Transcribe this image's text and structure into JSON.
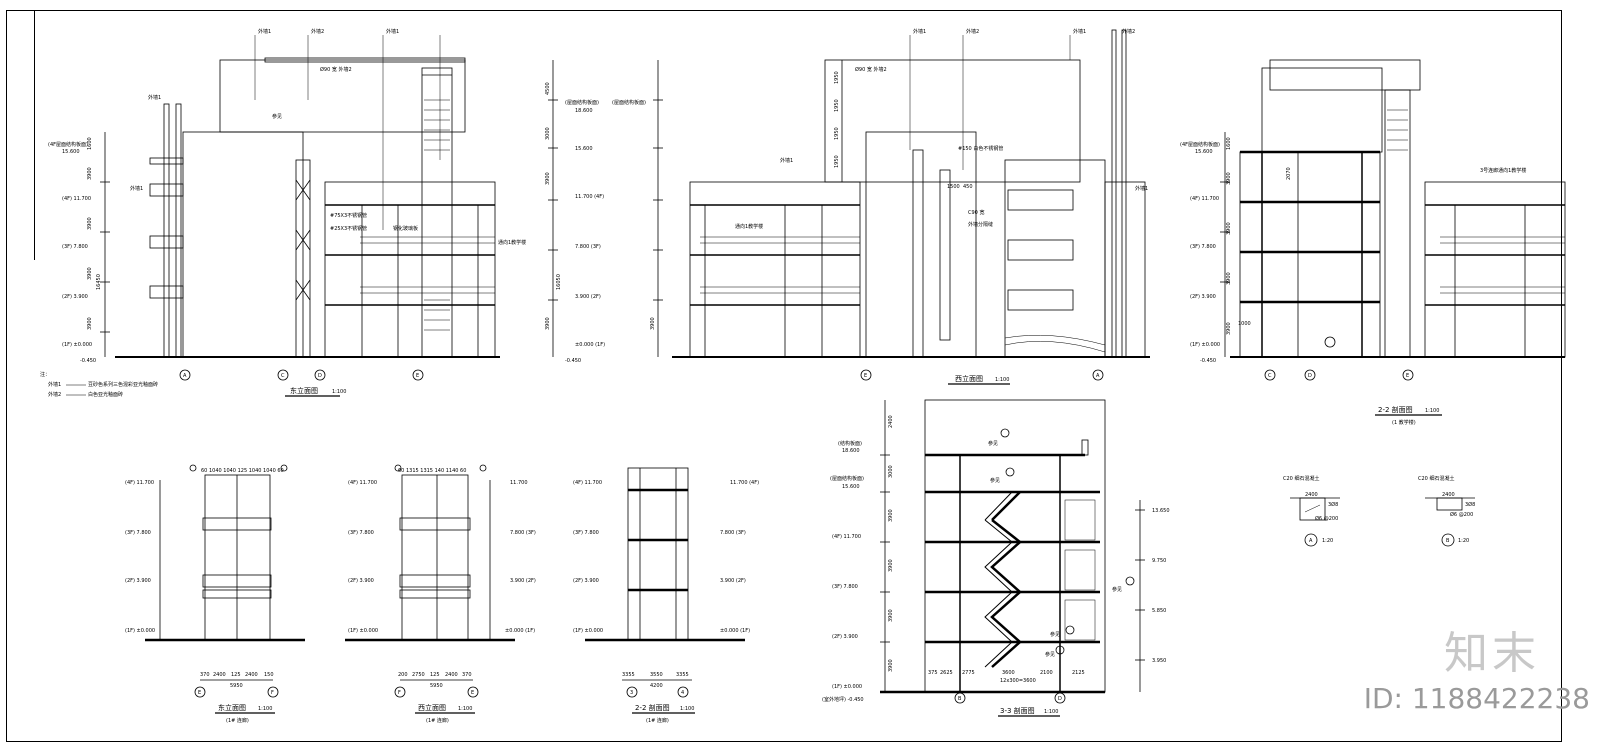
{
  "sheet": {
    "notes_title": "注：",
    "note1_key": "外墙1",
    "note1_text": "豆砂色系列三色混彩亚光釉面砖",
    "note2_key": "外墙2",
    "note2_text": "白色亚光釉面砖"
  },
  "east_elev": {
    "title": "东立面图",
    "scale": "1:100",
    "elev_labels": [
      "(4F屋面结构板面)",
      "(4F) 11.700",
      "(3F) 7.800",
      "(2F) 3.900",
      "(1F) ±0.000"
    ],
    "elev_top": "15.600",
    "dims": [
      "1600",
      "3900",
      "3900",
      "3900",
      "3900",
      "16450"
    ],
    "axes": [
      "A",
      "C",
      "D",
      "E"
    ],
    "tags": [
      "外墙1",
      "外墙2",
      "外墙1",
      "外墙1",
      "外墙1",
      "参见",
      "Ø90 宽 外墙2",
      "#75X3不锈钢管",
      "#25X3不锈钢管",
      "钢化玻璃板",
      "通向1教学楼"
    ],
    "ground": "-0.450"
  },
  "middle_scale": {
    "labels": [
      "(屋面结构板面)",
      "(屋面结构板面)",
      "18.600",
      "15.600",
      "11.700 (4F)",
      "7.800 (3F)",
      "3.900 (2F)",
      "±0.000 (1F)",
      "-0.450"
    ],
    "dims": [
      "4500",
      "3000",
      "3900",
      "3900",
      "3900",
      "16050"
    ]
  },
  "west_elev": {
    "title": "西立面图",
    "scale": "1:100",
    "axes": [
      "E",
      "A"
    ],
    "tags": [
      "外墙1",
      "外墙2",
      "外墙1",
      "外墙2",
      "Ø90 宽 外墙2",
      "外墙1",
      "#150 白色不锈钢管",
      "C90 宽",
      "外墙分隔缝",
      "通向1教学楼",
      "外墙1"
    ],
    "dims": [
      "1950",
      "1950",
      "1950",
      "1950",
      "1500",
      "450"
    ]
  },
  "section_22": {
    "title": "2-2 剖面图",
    "scale": "1:100",
    "subtitle": "(1 教学楼)",
    "elev_labels": [
      "(4F屋面结构板面)",
      "15.600",
      "(4F) 11.700",
      "(3F) 7.800",
      "(2F) 3.900",
      "(1F) ±0.000"
    ],
    "dims": [
      "1600",
      "3900",
      "3900",
      "3900",
      "3900",
      "2070",
      "1000"
    ],
    "axes": [
      "C",
      "D",
      "E"
    ],
    "tag": "3号连廊通向1教学楼",
    "ground": "-0.450"
  },
  "small_east": {
    "title": "东立面图",
    "scale": "1:100",
    "subtitle": "(1# 连廊)",
    "top_dims": "60 1040 1040 125 1040 1040 60",
    "bottom_dims": [
      "370",
      "2400",
      "125",
      "2400",
      "150"
    ],
    "total": "5950",
    "axes": [
      "E",
      "F"
    ],
    "levels": [
      "(4F) 11.700",
      "(3F) 7.800",
      "(2F) 3.900",
      "(1F) ±0.000"
    ]
  },
  "small_west": {
    "title": "西立面图",
    "scale": "1:100",
    "subtitle": "(1# 连廊)",
    "top_dims": "60 1315 1315 140 1140 60",
    "bottom_dims": [
      "200",
      "2750",
      "125",
      "2400",
      "370"
    ],
    "total": "5950",
    "axes": [
      "F",
      "E"
    ],
    "levels": [
      "(4F) 11.700",
      "(3F) 7.800",
      "(2F) 3.900",
      "(1F) ±0.000"
    ],
    "right_levels": [
      "11.700",
      "7.800 (3F)",
      "3.900 (2F)",
      "±0.000 (1F)"
    ]
  },
  "small_section": {
    "title": "2-2 剖面图",
    "scale": "1:100",
    "subtitle": "(1# 连廊)",
    "bottom_dims": [
      "3355",
      "3550",
      "3355"
    ],
    "total": "4200",
    "axes": [
      "3",
      "4"
    ],
    "levels": [
      "(4F) 11.700",
      "(3F) 7.800",
      "(2F) 3.900",
      "(1F) ±0.000"
    ],
    "right_levels": [
      "11.700 (4F)",
      "7.800 (3F)",
      "3.900 (2F)",
      "±0.000 (1F)"
    ]
  },
  "section_33": {
    "title": "3-3 剖面图",
    "scale": "1:100",
    "elev_labels": [
      "(结构板面)",
      "18.600",
      "(屋面结构板面)",
      "15.600",
      "(4F) 11.700",
      "(3F) 7.800",
      "(2F) 3.900",
      "(1F) ±0.000",
      "(室外地坪) -0.450"
    ],
    "right_levels": [
      "13.650",
      "9.750",
      "5.850",
      "3.950"
    ],
    "dims": [
      "2400",
      "3000",
      "3900",
      "3900",
      "3900",
      "3900"
    ],
    "bottom_dims": [
      "375",
      "2625",
      "2775",
      "3600",
      "2100",
      "2125"
    ],
    "stair": "12x300=3600",
    "axes": [
      "B",
      "D"
    ],
    "refs": [
      "参见",
      "参见",
      "参见",
      "参见",
      "参见"
    ]
  },
  "detail_a": {
    "label": "C20 细石混凝土",
    "dim": "2400",
    "bar": "3Ø8",
    "spacing": "Ø6 @200",
    "tag": "A",
    "scale": "1:20"
  },
  "detail_b": {
    "label": "C20 细石混凝土",
    "dim": "2400",
    "bar": "3Ø8",
    "spacing": "Ø6 @200",
    "tag": "B",
    "scale": "1:20"
  },
  "watermark": {
    "logo": "知末",
    "id": "ID: 1188422238"
  }
}
